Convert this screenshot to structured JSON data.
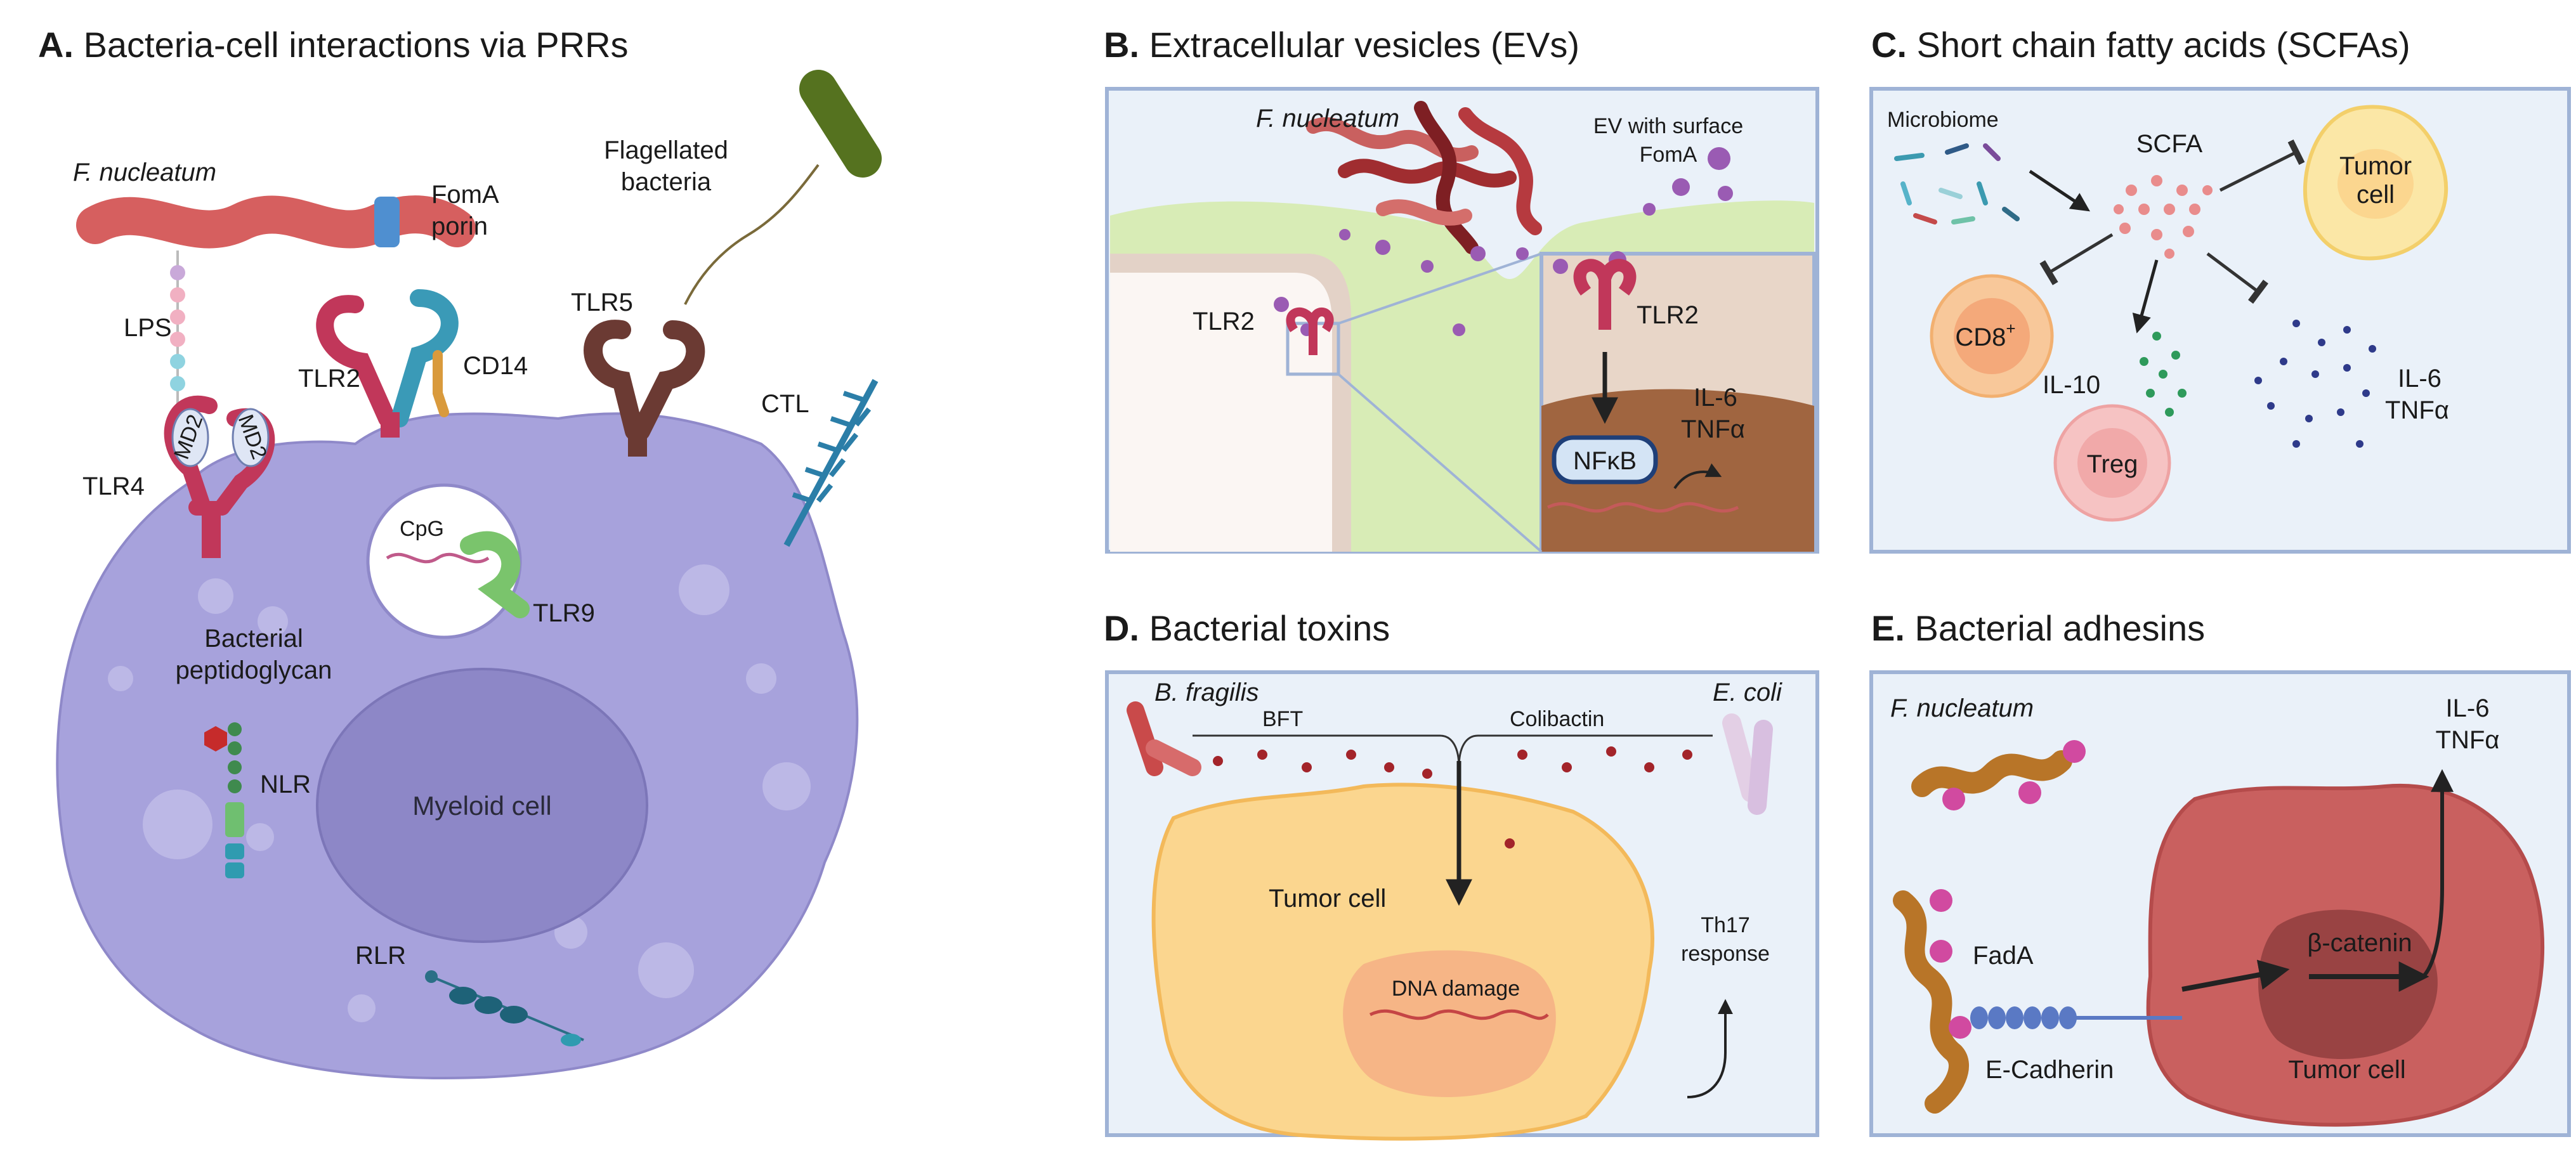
{
  "panel_a": {
    "letter": "A.",
    "title": "Bacteria-cell interactions via PRRs",
    "labels": {
      "f_nucleatum": "F. nucleatum",
      "fomA_line1": "FomA",
      "fomA_line2": "porin",
      "flagellated_line1": "Flagellated",
      "flagellated_line2": "bacteria",
      "lps": "LPS",
      "tlr2": "TLR2",
      "cd14": "CD14",
      "tlr5": "TLR5",
      "tlr4": "TLR4",
      "md2": "MD2",
      "ctl": "CTL",
      "cpg": "CpG",
      "tlr9": "TLR9",
      "peptidoglycan_line1": "Bacterial",
      "peptidoglycan_line2": "peptidoglycan",
      "nlr": "NLR",
      "myeloid": "Myeloid cell",
      "rlr": "RLR"
    }
  },
  "panel_b": {
    "letter": "B.",
    "title": "Extracellular vesicles (EVs)",
    "labels": {
      "f_nucleatum": "F. nucleatum",
      "ev_line1": "EV with surface",
      "ev_line2": "FomA",
      "tlr2_left": "TLR2",
      "tlr2_inset": "TLR2",
      "il6": "IL-6",
      "tnfa": "TNFα",
      "nfkb": "NFκB"
    }
  },
  "panel_c": {
    "letter": "C.",
    "title": "Short chain fatty acids (SCFAs)",
    "labels": {
      "microbiome": "Microbiome",
      "scfa": "SCFA",
      "tumor_line1": "Tumor",
      "tumor_line2": "cell",
      "cd8": "CD8",
      "cd8_sup": "+",
      "il10": "IL-10",
      "treg": "Treg",
      "il6": "IL-6",
      "tnfa": "TNFα"
    }
  },
  "panel_d": {
    "letter": "D.",
    "title": "Bacterial toxins",
    "labels": {
      "b_fragilis": "B. fragilis",
      "e_coli": "E. coli",
      "bft": "BFT",
      "colibactin": "Colibactin",
      "tumor_cell": "Tumor cell",
      "dna_damage": "DNA damage",
      "th17_line1": "Th17",
      "th17_line2": "response"
    }
  },
  "panel_e": {
    "letter": "E.",
    "title": "Bacterial adhesins",
    "labels": {
      "f_nucleatum": "F. nucleatum",
      "il6": "IL-6",
      "tnfa": "TNFα",
      "fada": "FadA",
      "beta_catenin": "β-catenin",
      "e_cadherin": "E-Cadherin",
      "tumor_cell": "Tumor cell"
    }
  },
  "colors": {
    "panel_border": "#9fb3d6",
    "panel_bg": "#eaf1f9",
    "myeloid_cell": "#a7a2dc",
    "nucleus": "#8d87c7",
    "fuso": "#d65f5f",
    "tlr_red": "#c1375a",
    "tumor_yellow": "#fbd68f",
    "tumor_red": "#c9605f",
    "ev_purple": "#9a5bb3"
  }
}
